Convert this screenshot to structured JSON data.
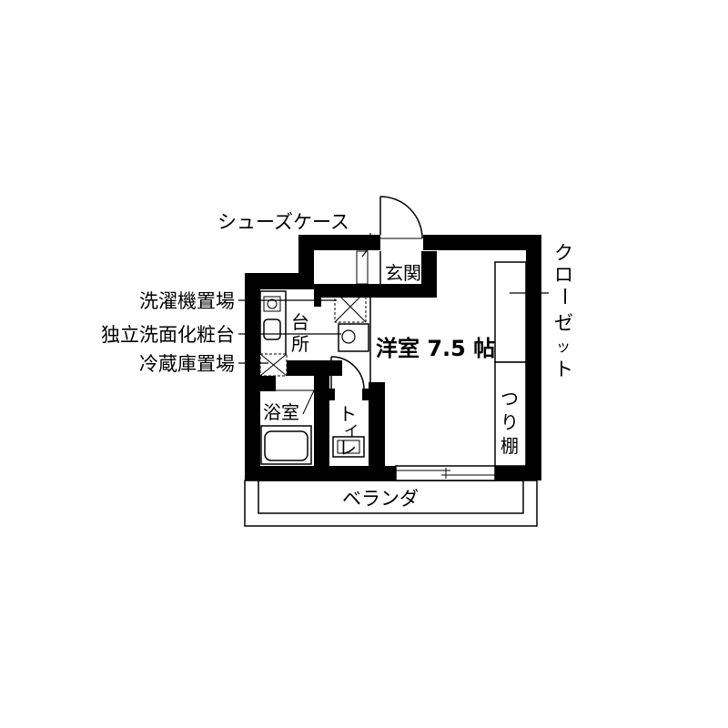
{
  "callouts": {
    "shoe_case": "シューズケース",
    "washer_space": "洗濯機置場",
    "vanity": "独立洗面化粧台",
    "fridge_space": "冷蔵庫置場",
    "closet": [
      "ク",
      "ロ",
      "ー",
      "ゼ",
      "ッ",
      "ト"
    ]
  },
  "rooms": {
    "genkan": "玄関",
    "kitchen": [
      "台",
      "所"
    ],
    "western": "洋室 7.5 帖",
    "bath": "浴室",
    "toilet": [
      "ト",
      "イ",
      "レ"
    ],
    "shelf": [
      "つ",
      "り",
      "棚"
    ],
    "balcony": "ベランダ"
  }
}
